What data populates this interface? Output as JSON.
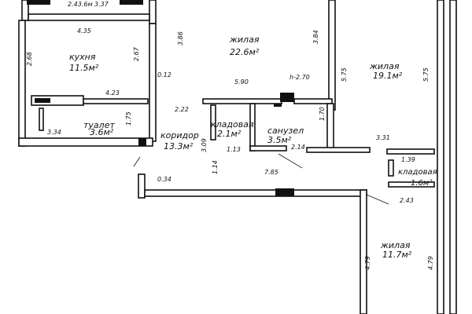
{
  "rooms": {
    "kitchen": {
      "name": "кухня",
      "area": "11.5м²"
    },
    "living1": {
      "name": "жилая",
      "area": "22.6м²"
    },
    "living2": {
      "name": "жилая",
      "area": "19.1м²"
    },
    "living3": {
      "name": "жилая",
      "area": "11.7м²"
    },
    "toilet": {
      "name": "туалет",
      "area": "3.6м²"
    },
    "corridor": {
      "name": "коридор",
      "area": "13.3м²"
    },
    "storage1": {
      "name": "кладовая",
      "area": "2.1м²"
    },
    "bathroom": {
      "name": "санузел",
      "area": "3.5м²"
    },
    "storage2": {
      "name": "кладовая",
      "area": "1.6м²"
    }
  },
  "dimensions": {
    "top_cut": "2.43.6м  3.37",
    "d_4_35": "4.35",
    "d_2_68": "2.68",
    "d_2_67": "2.67",
    "d_3_86": "3.86",
    "d_3_84": "3.84",
    "d_0_12": "0.12",
    "d_5_90": "5.90",
    "d_h2_70": "h-2.70",
    "d_5_75_a": "5.75",
    "d_5_75_b": "5.75",
    "d_4_23": "4.23",
    "d_2_22": "2.22",
    "d_1_75": "1.75",
    "d_1_70": "1.70",
    "d_3_34": "3.34",
    "d_3_09": "3.09",
    "d_1_13": "1.13",
    "d_2_14": "2.14",
    "d_3_31": "3.31",
    "d_1_39": "1.39",
    "d_1_14": "1.14",
    "d_7_85": "7.85",
    "d_0_34": "0.34",
    "d_2_43": "2.43",
    "d_4_79_a": "4.79",
    "d_4_79_b": "4.79"
  }
}
